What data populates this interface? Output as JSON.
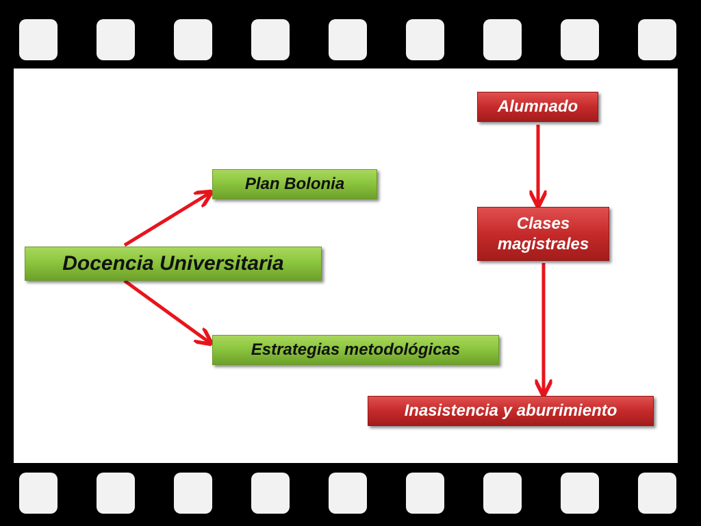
{
  "colors": {
    "green": "#8cc63f",
    "red": "#c62a2a",
    "arrow": "#e8141c",
    "film": "#000000",
    "hole": "#f2f2f2"
  },
  "nodes": {
    "docencia": "Docencia Universitaria",
    "plan_bolonia": "Plan Bolonia",
    "estrategias": "Estrategias metodológicas",
    "alumnado": "Alumnado",
    "clases_line1": "Clases",
    "clases_line2": "magistrales",
    "inasistencia": "Inasistencia y aburrimiento"
  },
  "edges": [
    {
      "from": "Docencia Universitaria",
      "to": "Plan Bolonia"
    },
    {
      "from": "Docencia Universitaria",
      "to": "Estrategias metodológicas"
    },
    {
      "from": "Alumnado",
      "to": "Clases magistrales"
    },
    {
      "from": "Clases magistrales",
      "to": "Inasistencia y aburrimiento"
    }
  ]
}
